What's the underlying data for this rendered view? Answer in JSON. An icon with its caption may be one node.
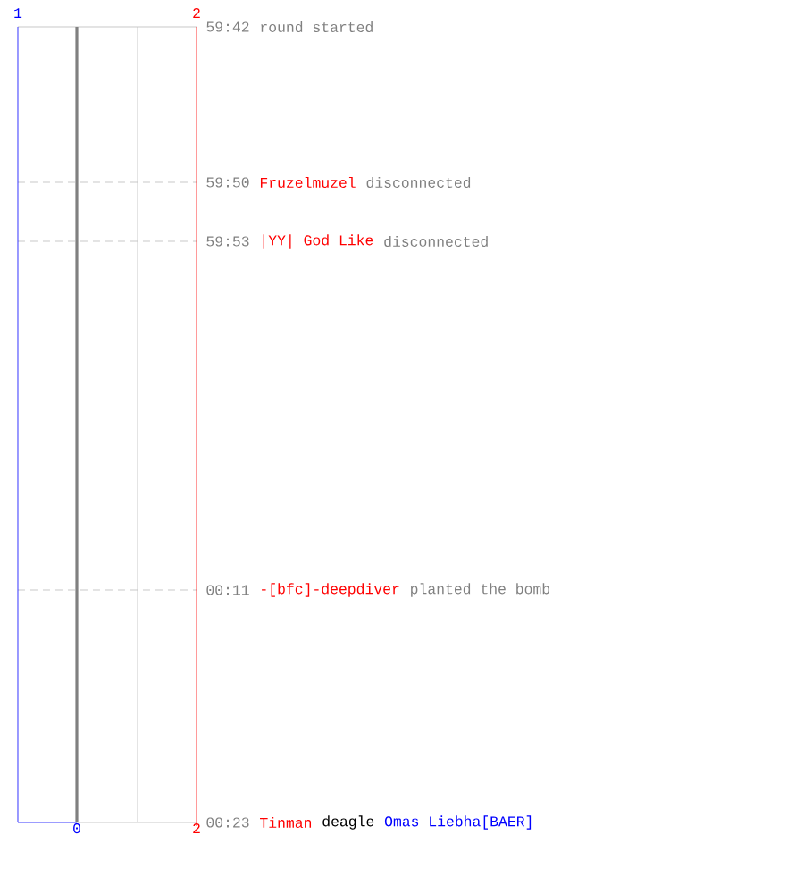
{
  "diagram": {
    "labels": [
      "1",
      "2",
      "59:42",
      "round started",
      "59:50",
      "Fruzelmuzel",
      "disconnected",
      "59:53",
      "|YY| God Like",
      "disconnected",
      "00:11",
      "-[bfc]-deepdiver",
      "planted the bomb",
      "00:23",
      "Tinman",
      "deagle",
      "Omas Liebha[BAER]",
      "0",
      "2"
    ]
  }
}
